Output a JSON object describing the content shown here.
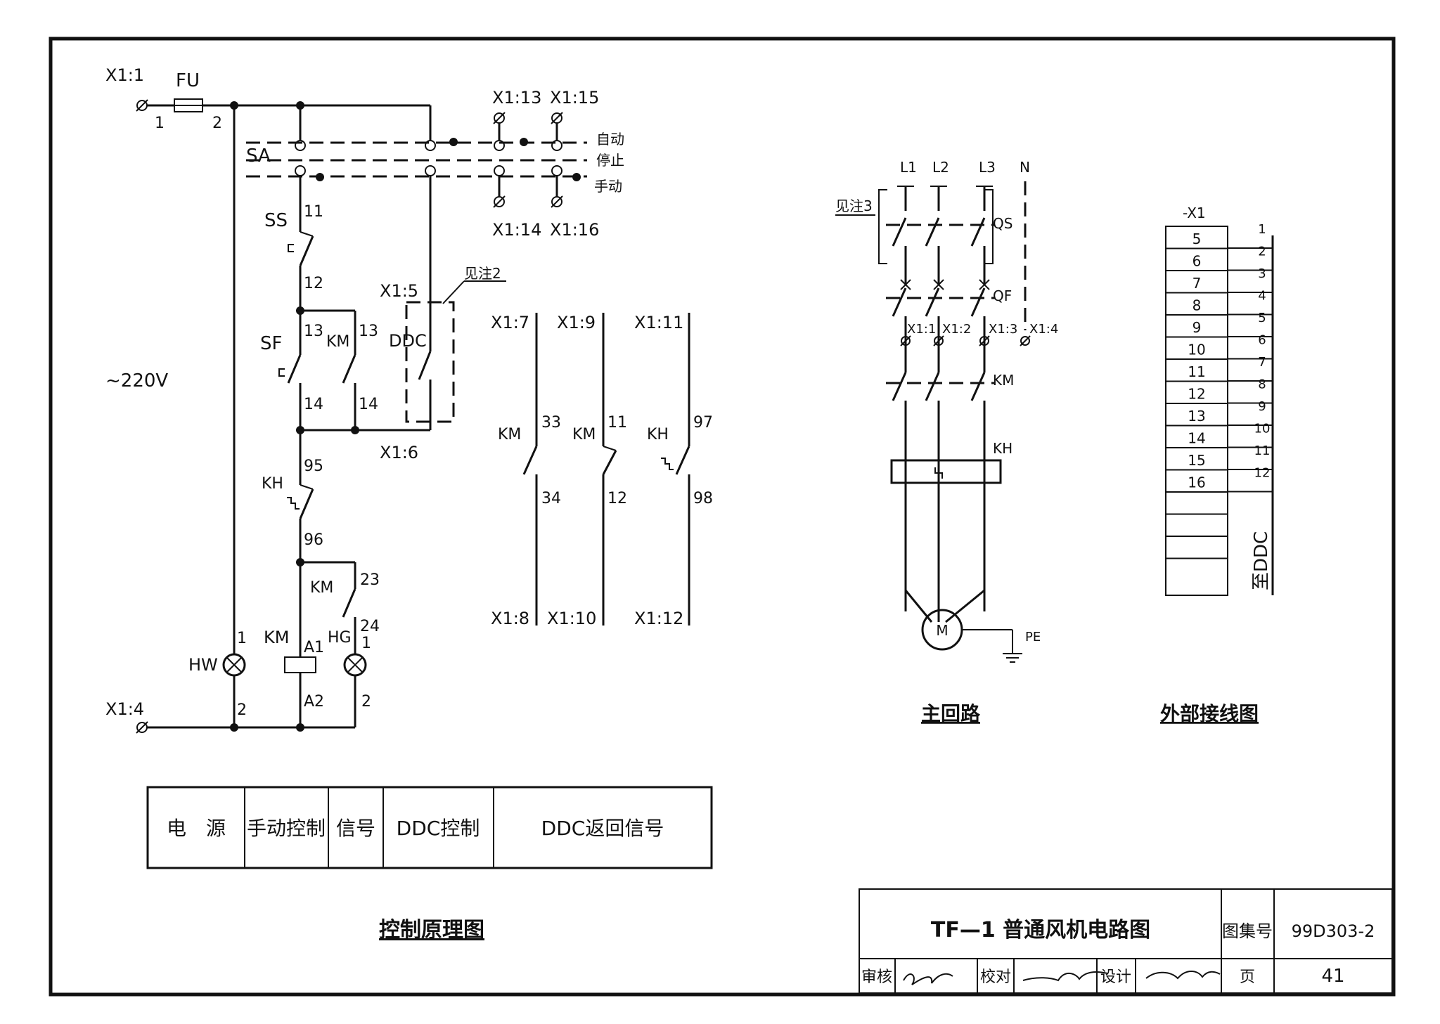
{
  "control": {
    "x1_1": "X1:1",
    "fu": "FU",
    "n1": "1",
    "n2": "2",
    "x1_13": "X1:13",
    "x1_15": "X1:15",
    "x1_14": "X1:14",
    "x1_16": "X1:16",
    "auto": "自动",
    "stop": "停止",
    "manual": "手动",
    "sa": "SA",
    "ss": "SS",
    "n11": "11",
    "n12": "12",
    "sf": "SF",
    "km": "KM",
    "n13": "13",
    "n14": "14",
    "x1_5": "X1:5",
    "x1_6": "X1:6",
    "ddc": "DDC",
    "note2": "见注2",
    "kh": "KH",
    "n95": "95",
    "n96": "96",
    "n23": "23",
    "n24": "24",
    "hw": "HW",
    "hg": "HG",
    "a1": "A1",
    "a2": "A2",
    "x1_4": "X1:4",
    "voltage": "~220V",
    "x1_7": "X1:7",
    "x1_9": "X1:9",
    "x1_11": "X1:11",
    "x1_8": "X1:8",
    "x1_10": "X1:10",
    "x1_12": "X1:12",
    "n33": "33",
    "n34": "34",
    "n97": "97",
    "n98": "98",
    "title": "控制原理图"
  },
  "legend": [
    "电　源",
    "手动控制",
    "信号",
    "DDC控制",
    "DDC返回信号"
  ],
  "main_circuit": {
    "l1": "L1",
    "l2": "L2",
    "l3": "L3",
    "n": "N",
    "note3": "见注3",
    "qs": "QS",
    "qf": "QF",
    "km": "KM",
    "kh": "KH",
    "t1": "X1:1",
    "t2": "X1:2",
    "t3": "X1:3",
    "t4": "X1:4",
    "motor": "M",
    "pe": "PE",
    "title": "主回路"
  },
  "external": {
    "header": "-X1",
    "left_numbers": [
      "5",
      "6",
      "7",
      "8",
      "9",
      "10",
      "11",
      "12",
      "13",
      "14",
      "15",
      "16"
    ],
    "right_numbers": [
      "1",
      "2",
      "3",
      "4",
      "5",
      "6",
      "7",
      "8",
      "9",
      "10",
      "11",
      "12"
    ],
    "to_ddc": "至DDC",
    "title": "外部接线图"
  },
  "title_block": {
    "drawing_title": "TF—1 普通风机电路图",
    "atlas_label": "图集号",
    "atlas_no": "99D303-2",
    "review_label": "审核",
    "check_label": "校对",
    "design_label": "设计",
    "page_label": "页",
    "page_no": "41"
  }
}
